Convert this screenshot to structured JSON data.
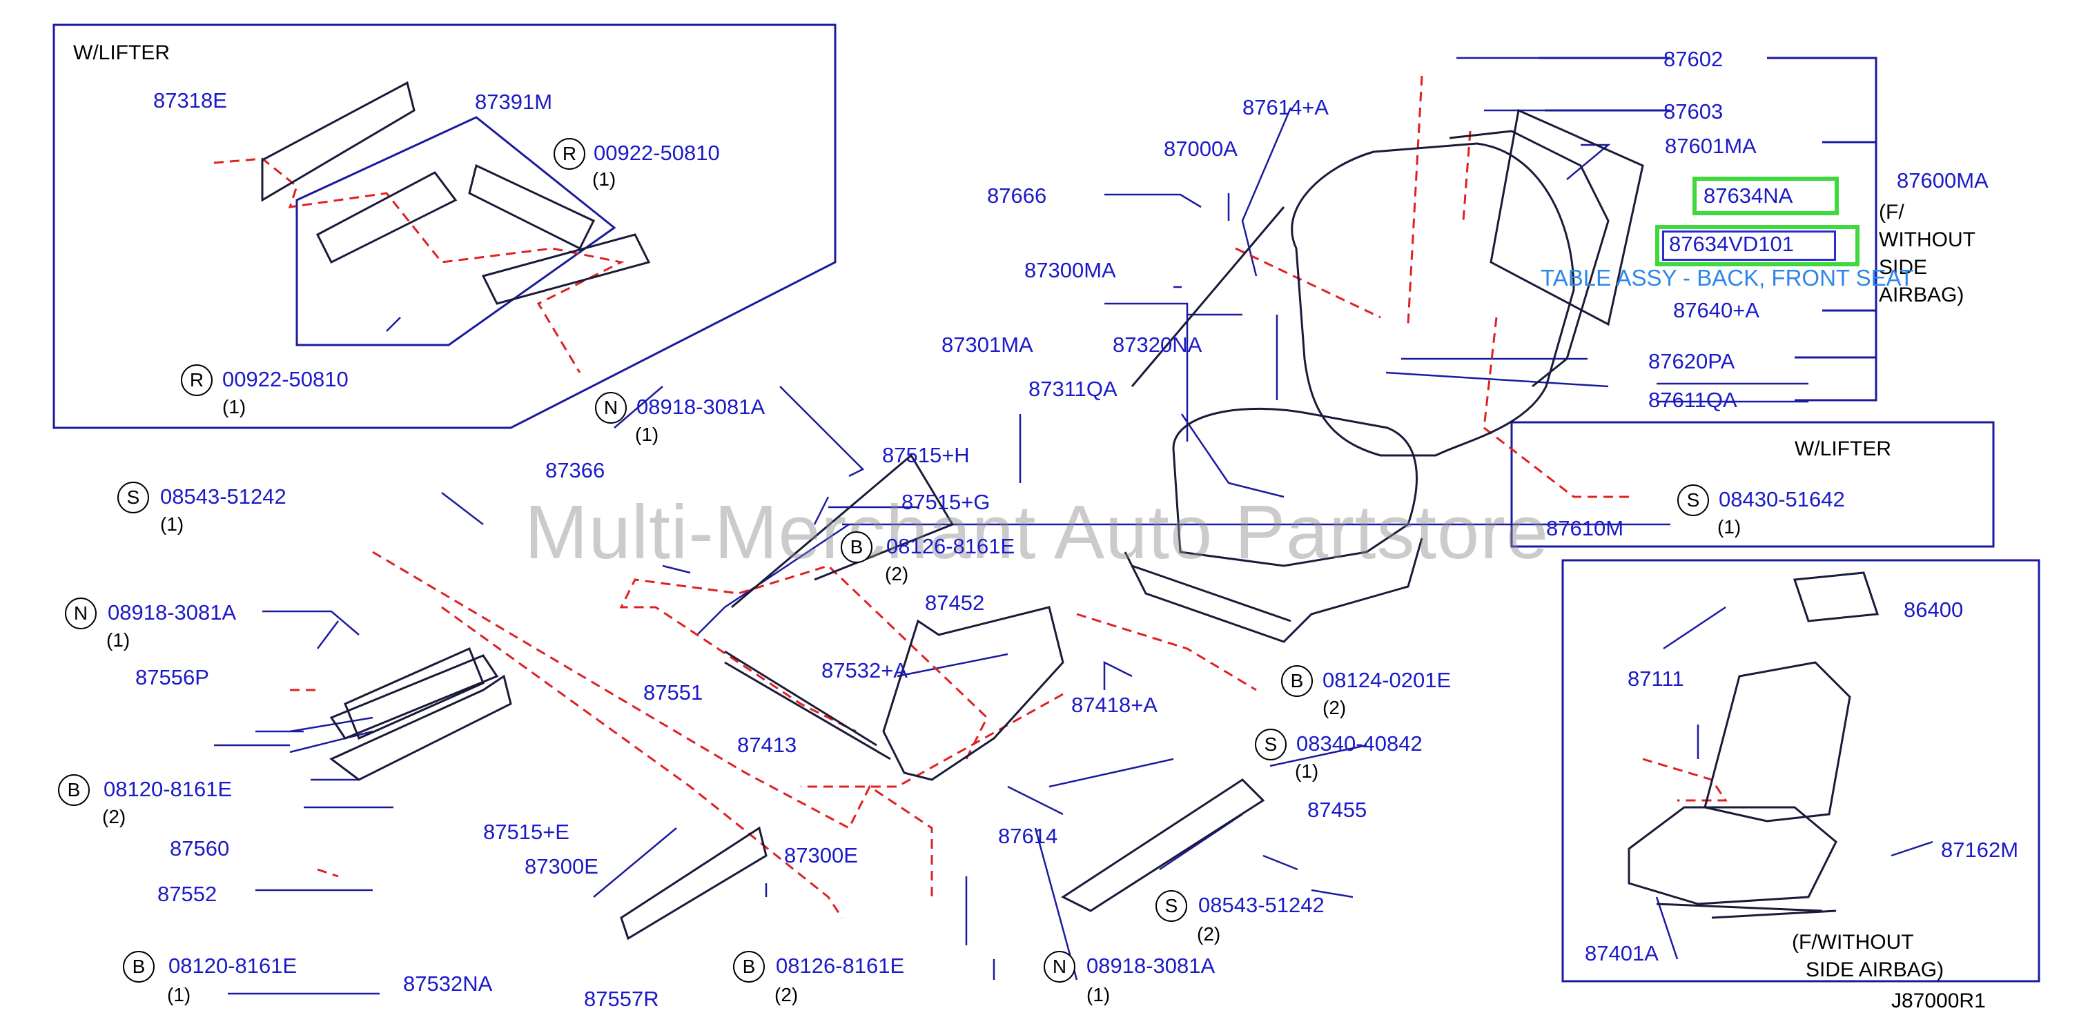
{
  "boxes": {
    "wlifter_top": "W/LIFTER",
    "wlifter_right": "W/LIFTER",
    "fwithout_top": [
      "(F/",
      "WITHOUT",
      "SIDE",
      "AIRBAG)"
    ],
    "fwithout_inset": [
      "(F/WITHOUT",
      "SIDE  AIRBAG)"
    ]
  },
  "tooltip": "TABLE ASSY - BACK, FRONT SEAT",
  "diagram_code": "J87000R1",
  "watermark": "Multi-Merchant Auto Partstore",
  "parts": {
    "p87318E": "87318E",
    "p87391M": "87391M",
    "p00922a": "00922-50810",
    "p00922a_q": "(1)",
    "p00922b": "00922-50810",
    "p00922b_q": "(1)",
    "p87602": "87602",
    "p87603": "87603",
    "p87614A": "87614+A",
    "p87000A": "87000A",
    "p87601MA": "87601MA",
    "p87600MA": "87600MA",
    "p87666": "87666",
    "p87634NA": "87634NA",
    "p87634VD101": "87634VD101",
    "p87640A": "87640+A",
    "p87300MA": "87300MA",
    "p87301MA": "87301MA",
    "p87320NA": "87320NA",
    "p87311QA": "87311QA",
    "p87620PA": "87620PA",
    "p87611QA": "87611QA",
    "p08918a": "08918-3081A",
    "p08918a_q": "(1)",
    "p87515H": "87515+H",
    "p87366": "87366",
    "p87515G": "87515+G",
    "p08543a": "08543-51242",
    "p08543a_q": "(1)",
    "p08126a": "08126-8161E",
    "p08126a_q": "(2)",
    "p87610M": "87610M",
    "p08430": "08430-51642",
    "p08430_q": "(1)",
    "p08918b": "08918-3081A",
    "p08918b_q": "(1)",
    "p87452": "87452",
    "p87532A": "87532+A",
    "p87556P": "87556P",
    "p87551": "87551",
    "p08124": "08124-0201E",
    "p08124_q": "(2)",
    "p87418A": "87418+A",
    "p87413": "87413",
    "p08120a": "08120-8161E",
    "p08120a_q": "(2)",
    "p08340": "08340-40842",
    "p08340_q": "(1)",
    "p87515E": "87515+E",
    "p87455": "87455",
    "p87560": "87560",
    "p87300E_a": "87300E",
    "p87300E_b": "87300E",
    "p87614": "87614",
    "p87552": "87552",
    "p08543b": "08543-51242",
    "p08543b_q": "(2)",
    "p08120b": "08120-8161E",
    "p08120b_q": "(1)",
    "p87532NA": "87532NA",
    "p87557R": "87557R",
    "p08126b": "08126-8161E",
    "p08126b_q": "(2)",
    "p08918c": "08918-3081A",
    "p08918c_q": "(1)",
    "p86400": "86400",
    "p87111": "87111",
    "p87162M": "87162M",
    "p87401A": "87401A"
  },
  "markers": {
    "R": "R",
    "N": "N",
    "S": "S",
    "B": "B"
  }
}
